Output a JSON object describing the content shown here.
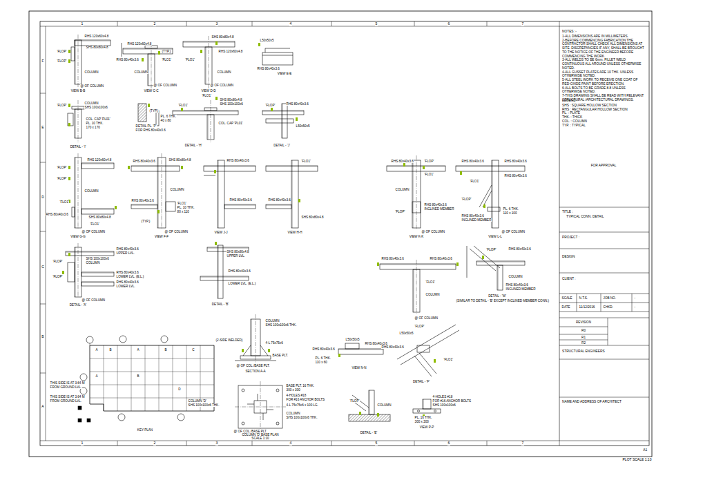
{
  "diagram": {
    "nodes": [
      {
        "text": [
          "NOTES :-",
          "1-ALL DIMENSIONS ARE IN MILLIMETERS.",
          "2-BEFORE COMMENCING FABRICATION THE CONTRACTOR SHALL CHECK ALL DIMENSIONS AT SITE. DISCREPANCIES IF ANY, SHALL BE BROUGHT TO THE NOTICE OF THE ENGINEER BEFORE COMMENCING THE WORK.",
          "3-ALL WELDS TO BE 6mm. FILLET WELD CONTINUOUS ALL AROUND UNLESS OTHERWISE NOTED.",
          "4-ALL GUSSET PLATES ARE 10 THK. UNLESS OTHERWISE NOTED.",
          "5-ALL STEEL WORK TO RECEIVE ONE COAT OF RED-OXIDE PAINT BEFORE ERECTION.",
          "6-ALL BOLTS TO BE GRADE 8.8 UNLESS OTHERWISE NOTED.",
          "7-THIS DRAWING SHALL BE READ WITH RELEVANT STRUCTURAL /ARCHITECTURAL DRAWINGS."
        ]
      },
      {
        "text": [
          "LEGEND :-",
          "SHS : SQUARE HOLLOW SECTION",
          "RHS : RECTANGULAR HOLLOW SECTION",
          "PL. : PLATE",
          "THK. : THICK",
          "COL. : COLUMN",
          "TYP. : TYPICAL"
        ]
      },
      {
        "text": [
          "FOR APPROVAL"
        ]
      },
      {
        "text": [
          "TITLE :",
          "TYPICAL CONN. DETAIL"
        ]
      },
      {
        "text": [
          "PROJECT :"
        ]
      },
      {
        "text": [
          "DESIGN"
        ]
      },
      {
        "text": [
          "CLIENT :"
        ]
      },
      {
        "text": [
          "STRUCTURAL ENGINEERS"
        ]
      },
      {
        "text": [
          "NAME AND ADDRESS OF ARCHITECT"
        ]
      }
    ],
    "labels": [
      "1",
      "2",
      "3",
      "4",
      "5",
      "6",
      "7",
      "1",
      "2",
      "3",
      "4",
      "5",
      "6",
      "7",
      "F",
      "E",
      "D",
      "C",
      "B",
      "A",
      "A1",
      "PLOT SCALE 1:10",
      "RHS 120x60x4.8",
      "SHS 80x80x4.8",
      "'FLOP'",
      "'FLOP'",
      "COLUMN",
      "@ OF COLUMN",
      "VIEW B-B",
      "RHS 120x60x4.8",
      "(TYP.)",
      "'FLO1'",
      "RHS 80x40x3.6",
      "COLUMN",
      "@ OF COLUMN",
      "VIEW C-C",
      "SHS 80x80x4.8",
      "RHS 120x60x4.8",
      "'FLO1'",
      "COLUMN",
      "@ OF COLUMN",
      "VIEW D-D",
      "L50x50x5",
      "RHS 80x40x3.6",
      "VIEW E-E",
      "'FLOP'",
      "COLUMN",
      "SHS 100x100x6",
      "COL. CAP 'PL01'",
      "PL. 10 THK.",
      "170 x 170",
      "DETAIL - 'I'",
      "(TYP.)",
      "DETAIL PL. 'P'",
      "FOR RHS 80x40x3.6",
      "PL. 6 THK.",
      "40 x 80",
      "'FLO1'",
      "'FLO1'",
      "SHS 80x80x4.8",
      "SHS 100x100x6",
      "COL. CAP 'PL01'",
      "DETAIL - 'H'",
      "'FLOP'",
      "RHS 80x40x3.6",
      "L50x50x5",
      "DETAIL - 'J'",
      "RHS 120x60x4.8",
      "'FLOP'",
      "'FLOP'",
      "COLUMN",
      "'FLO1'",
      "RHS 80x40x3.6",
      "SHS 80x80x4.8",
      "'FLO1'",
      "@ OF COLUMN",
      "VIEW G-G",
      "RHS 80x40x3.6",
      "SHS 80x80x4.8",
      "COLUMN",
      "RHS 80x40x3.6",
      "'FLO1'",
      "PL. 10 THK.",
      "80 x 110",
      "(TYP.)",
      "@ OF COLUMN",
      "VIEW F-F",
      "RHS 80x40x3.6",
      "RHS 80x40x3.6",
      "VIEW J-J",
      "'FLO1'",
      "RHS 80x40x3.6",
      "SHS 80x80x4.8",
      "VIEW H-H",
      "RHS 80x40x3.6",
      "'FLOP'",
      "'FLO1'",
      "COLUMN",
      "RHS 80x40x3.6",
      "INCLINED MEMBER",
      "'FLOP'",
      "@ OF COLUMN",
      "VIEW K-K",
      "RHS 80x40x3.6",
      "RHS 80x40x3.6",
      "RHS 80x40x3.6",
      "'FLO1'",
      "'FLOP'",
      "RHS 80x40x3.6",
      "INCLINED MEMBER",
      "PL. 6 THK.",
      "110 x 100",
      "@ OF COLUMN",
      "VIEW L-L",
      "RHS 80x40x3.6",
      "UPPER LVL.",
      "SHS 100x100x6",
      "COLUMN",
      "'FLOP'",
      "'FLOP'",
      "RHS 80x40x3.6",
      "LOWER LVL. (E.L.)",
      "RHS 80x40x3.6",
      "LOWER LVL.",
      "@ OF COLUMN",
      "DETAIL - 'A'",
      "SHS 80x80x4.8",
      "UPPER LVL.",
      "RHS 80x40x3.6",
      "LOWER LVL. (E.L.)",
      "DETAIL - 'B'",
      "RHS 80x40x3.6",
      "RHS 80x40x3.6",
      "'FLO1'",
      "COLUMN",
      "@ OF COLUMN",
      "'FLOP'",
      "RHS 80x40x3.6",
      "COLUMN",
      "RHS 80x40x3.6",
      "INCLINED MEMBER",
      "DETAIL - 'W'",
      "(SIMILAR TO DETAIL - 'B' EXCEPT INCLINED MEMBER CONN.)",
      "THIS SIDE IS AT 3.64 M",
      "FROM GROUND LVL.",
      "THIS SIDE IS AT 3.64 M",
      "FROM GROUND LVL.",
      "COLUMN 'D'",
      "SHS 100x100x6 THK.",
      "KEY-PLAN",
      "A",
      "B",
      "A",
      "B",
      "C",
      "A",
      "B",
      "D",
      "COLUMN",
      "SHS 100x100x6 THK.",
      "(2-SIDE WELDED)",
      "4-L 75x75x6",
      "BASE PLT.",
      "@ OF COL./BASE PLT.",
      "SECTION A-A",
      "BASE PLT. 16 THK.",
      "300 x 300",
      "4-HOLES #18",
      "FOR #16 ANCHOR BOLTS",
      "4-L 75x75x6 x 100 LG.",
      "COLUMN",
      "SHS 100x100x6 THK.",
      "@ OF COL./BASE PLT.",
      "COLUMN 'D' BASE PLAN",
      "SCALE 1:10",
      "RHS 80x40x3.6",
      "L50x50x5",
      "RHS 80x40x3.6",
      "PL. 6 THK.",
      "110 x 60",
      "VIEW N-N",
      "L50x50x5",
      "RHS 80x40x3.6",
      "'FLO1'",
      "'FLOP'",
      "DETAIL - 'F'",
      "'FLOP'",
      "COLUMN",
      "DETAIL - 'E'",
      "4-HOLES #18",
      "FOR #16 ANCHOR BOLTS",
      "SHS 100x100x6",
      "PL. 16 THK.",
      "300 x 300",
      "VIEW P-P",
      "SCALE",
      "N.T.S.",
      "JOB NO.",
      "-",
      "DATE",
      "11/12/2016",
      "CHKD.",
      "-",
      "REVISION",
      "R0",
      "R1",
      "R2"
    ]
  }
}
